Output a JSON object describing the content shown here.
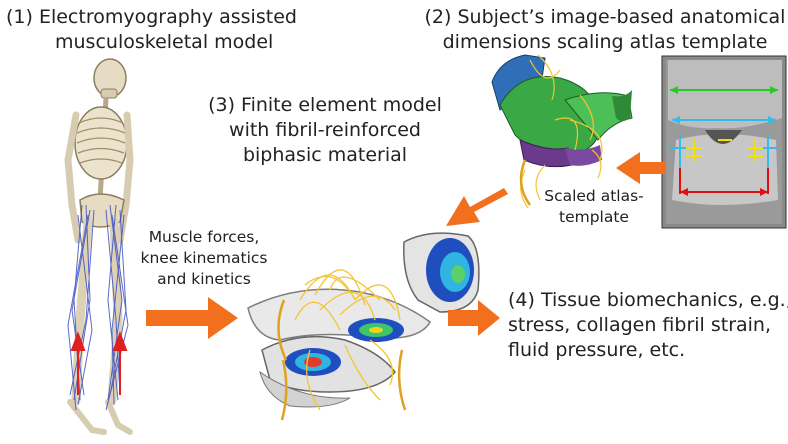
{
  "steps": {
    "step1": {
      "line1": "(1) Electromyography assisted",
      "line2": "musculoskeletal model"
    },
    "step2": {
      "line1": "(2) Subject’s image-based anatomical",
      "line2": "dimensions scaling atlas template"
    },
    "step3": {
      "line1": "(3) Finite element model",
      "line2": "with fibril-reinforced",
      "line3": "biphasic material"
    },
    "step4": {
      "line1": "(4) Tissue biomechanics, e.g.,",
      "line2": "stress, collagen fibril strain,",
      "line3": "fluid pressure, etc."
    }
  },
  "labels": {
    "muscle": {
      "line1": "Muscle forces,",
      "line2": "knee kinematics",
      "line3": "and kinetics"
    },
    "atlas": {
      "line1": "Scaled atlas-",
      "line2": "template"
    }
  },
  "colors": {
    "arrow": "#f26f1e",
    "bone": "#e8dcc0",
    "muscle_lines": "#3b4fc4",
    "force_arrow": "#e02020",
    "mri_green": "#22cc22",
    "mri_cyan": "#33bbee",
    "mri_yellow": "#f2e000",
    "mri_red": "#e01010",
    "fibrils": "#f5c431"
  }
}
